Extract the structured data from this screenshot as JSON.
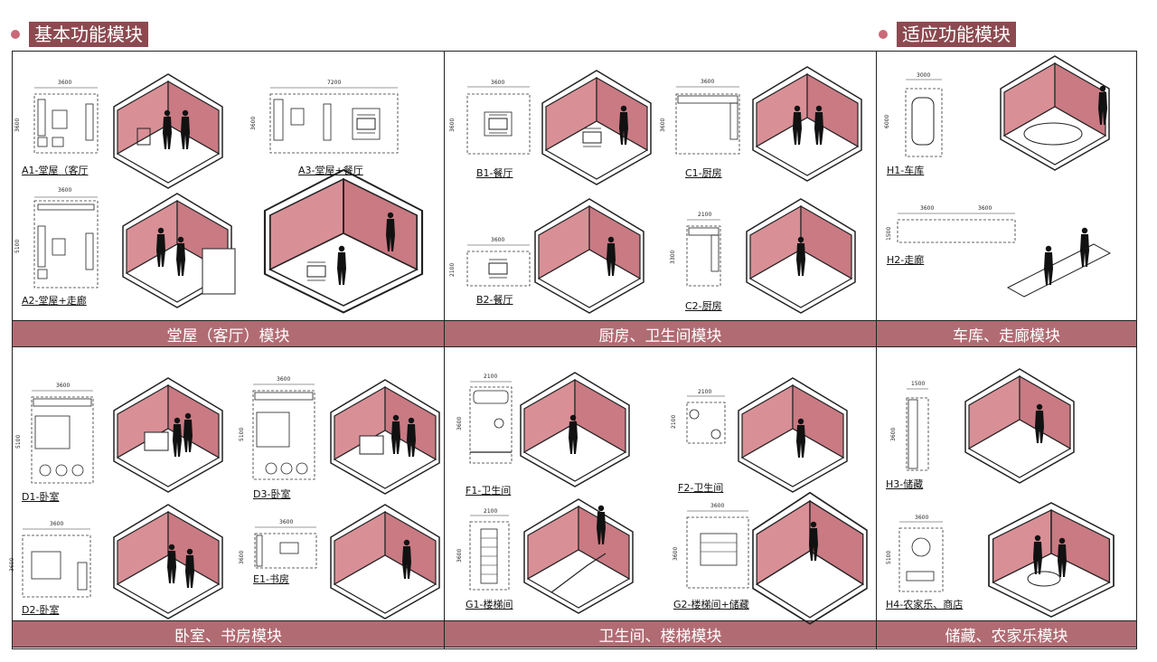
{
  "headers": {
    "basic": "基本功能模块",
    "adaptive": "适应功能模块"
  },
  "colors": {
    "accent": "#8c4a50",
    "band": "#b16b73",
    "wall": "#d98f96",
    "dot": "#c86a7a"
  },
  "bands": {
    "living": "堂屋（客厅）模块",
    "kitchen": "厨房、卫生间模块",
    "garage": "车库、走廊模块",
    "bedroom": "卧室、书房模块",
    "bath": "卫生间、楼梯模块",
    "storage": "储藏、农家乐模块"
  },
  "modules": {
    "a1": "A1-堂屋（客厅",
    "a2": "A2-堂屋+走廊",
    "a3": "A3-堂屋+餐厅",
    "b1": "B1-餐厅",
    "b2": "B2-餐厅",
    "c1": "C1-厨房",
    "c2": "C2-厨房",
    "h1": "H1-车库",
    "h2": "H2-走廊",
    "d1": "D1-卧室",
    "d2": "D2-卧室",
    "d3": "D3-卧室",
    "e1": "E1-书房",
    "f1": "F1-卫生间",
    "f2": "F2-卫生间",
    "g1": "G1-楼梯间",
    "g2": "G2-楼梯间+储藏",
    "h3": "H3-储藏",
    "h4": "H4-农家乐、商店"
  },
  "dims": {
    "a1w": "3600",
    "a1h": "3600",
    "a2w": "3600",
    "a2h": "5100",
    "a3w": "7200",
    "a3h": "3600",
    "b1w": "3600",
    "b1h": "3600",
    "b2w": "3600",
    "b2h": "2100",
    "c1w": "3600",
    "c1h": "3600",
    "c2w": "2100",
    "c2h": "3300",
    "h1w": "3000",
    "h1h": "6000",
    "h2w1": "3600",
    "h2w2": "3600",
    "h2h": "1500",
    "d1w": "3600",
    "d1h": "5100",
    "d2w": "3600",
    "d2h": "3600",
    "d3w": "3600",
    "d3h": "5100",
    "e1w": "3600",
    "e1h": "3600",
    "f1w": "2100",
    "f1h": "3600",
    "f2w": "2100",
    "f2h": "2100",
    "g1w": "2100",
    "g1h": "3600",
    "g2w": "3600",
    "g2h": "3600",
    "h3w": "1500",
    "h3h": "3600",
    "h4w": "3600",
    "h4h": "5100"
  }
}
